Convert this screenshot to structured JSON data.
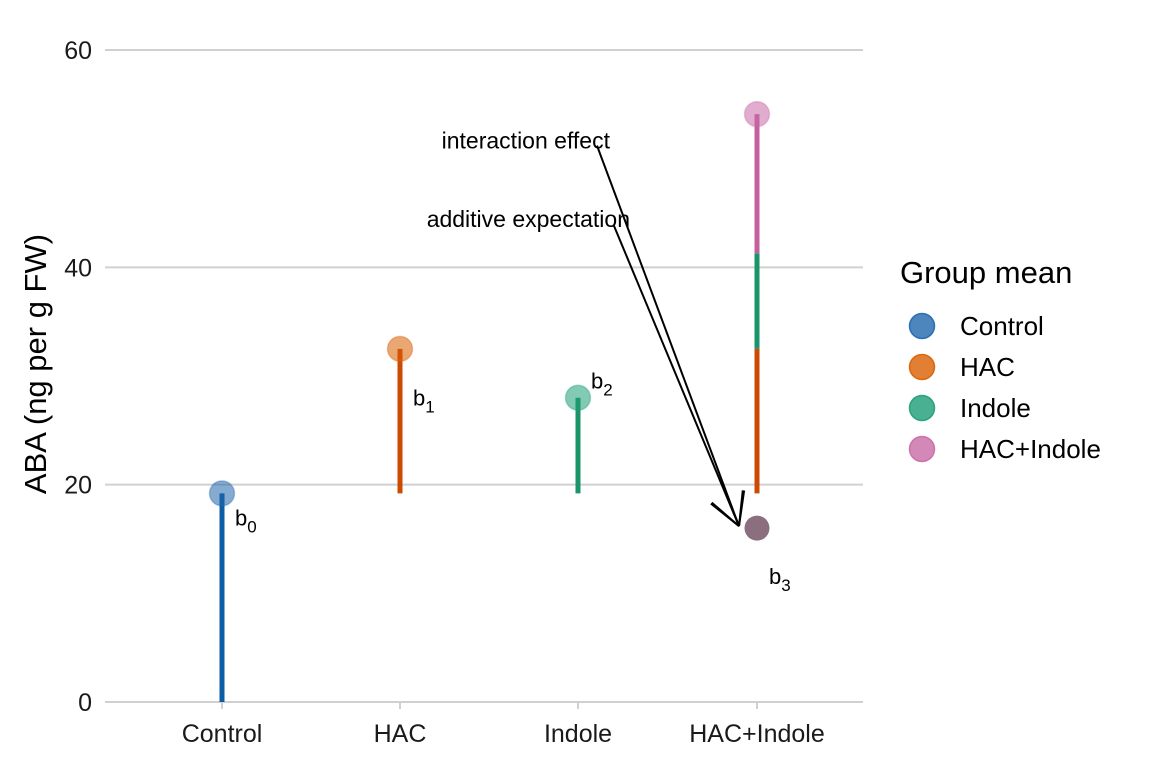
{
  "chart_data": {
    "type": "lollipop",
    "ylabel": "ABA (ng per g FW)",
    "ylim": [
      0,
      60
    ],
    "yticks": [
      "0",
      "20",
      "40",
      "60"
    ],
    "grid": "horizontal",
    "categories": [
      "Control",
      "HAC",
      "Indole",
      "HAC+Indole"
    ],
    "colors": {
      "Control": "#2166ac",
      "HAC": "#d95f02",
      "Indole": "#1b9e77",
      "HAC+Indole": "#c96aa6",
      "additive": "#8b6f7e",
      "seg_control": "#0b5da5",
      "seg_hac": "#cc4a02",
      "seg_indole": "#1b9469",
      "seg_interaction": "#c4609d"
    },
    "group_means": [
      {
        "group": "Control",
        "mean": 19.2
      },
      {
        "group": "HAC",
        "mean": 32.5
      },
      {
        "group": "Indole",
        "mean": 28.0
      },
      {
        "group": "HAC+Indole",
        "mean": 54.1
      }
    ],
    "additive_expectation": 16.0,
    "segments": [
      {
        "category": "Control",
        "from": 0,
        "to": 19.2,
        "key": "seg_control"
      },
      {
        "category": "HAC",
        "from": 19.2,
        "to": 32.5,
        "key": "seg_hac"
      },
      {
        "category": "Indole",
        "from": 19.2,
        "to": 28.0,
        "key": "seg_indole"
      },
      {
        "category": "HAC+Indole",
        "from": 19.2,
        "to": 32.5,
        "key": "seg_hac"
      },
      {
        "category": "HAC+Indole",
        "from": 32.5,
        "to": 41.3,
        "key": "seg_indole"
      },
      {
        "category": "HAC+Indole",
        "from": 41.3,
        "to": 54.1,
        "key": "seg_interaction"
      }
    ],
    "coef_labels": [
      {
        "base": "b",
        "sub": "0",
        "category": "Control",
        "y": 17.0,
        "side": "right"
      },
      {
        "base": "b",
        "sub": "1",
        "category": "HAC",
        "y": 28.0,
        "side": "right"
      },
      {
        "base": "b",
        "sub": "2",
        "category": "Indole",
        "y": 29.6,
        "side": "right"
      },
      {
        "base": "b",
        "sub": "3",
        "category": "HAC+Indole",
        "y": 11.6,
        "side": "right"
      }
    ],
    "annotations": [
      {
        "text": "interaction effect",
        "y": 51.2
      },
      {
        "text": "additive expectation",
        "y": 44.0
      }
    ],
    "legend": {
      "title": "Group mean",
      "placement": "right",
      "entries": [
        "Control",
        "HAC",
        "Indole",
        "HAC+Indole"
      ]
    }
  }
}
